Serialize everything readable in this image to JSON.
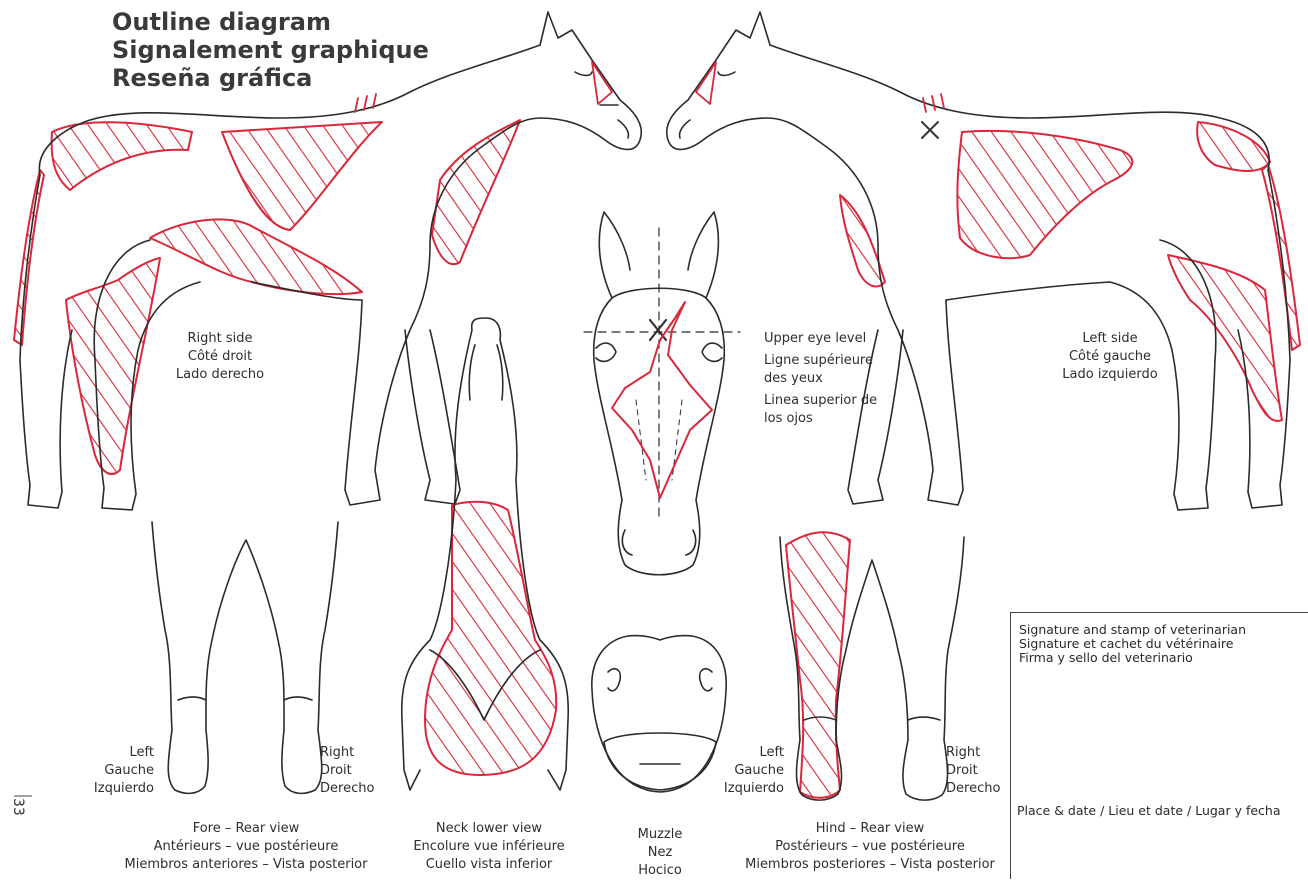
{
  "title": {
    "line1": "Outline diagram",
    "line2": "Signalement graphique",
    "line3": "Reseña gráfica"
  },
  "right_side": {
    "en": "Right side",
    "fr": "Côté droit",
    "es": "Lado derecho"
  },
  "left_side": {
    "en": "Left side",
    "fr": "Côté gauche",
    "es": "Lado izquierdo"
  },
  "eye_level": {
    "en": "Upper eye level",
    "fr1": "Ligne supérieure",
    "fr2": "des yeux",
    "es1": "Linea superior de",
    "es2": "los ojos"
  },
  "fore_left": {
    "en": "Left",
    "fr": "Gauche",
    "es": "Izquierdo"
  },
  "fore_right": {
    "en": "Right",
    "fr": "Droit",
    "es": "Derecho"
  },
  "hind_left": {
    "en": "Left",
    "fr": "Gauche",
    "es": "Izquierdo"
  },
  "hind_right": {
    "en": "Right",
    "fr": "Droit",
    "es": "Derecho"
  },
  "fore_caption": {
    "en": "Fore – Rear view",
    "fr": "Antérieurs – vue postérieure",
    "es": "Miembros anteriores – Vista posterior"
  },
  "neck_caption": {
    "en": "Neck lower view",
    "fr": "Encolure vue inférieure",
    "es": "Cuello vista inferior"
  },
  "muzzle_caption": {
    "en": "Muzzle",
    "fr": "Nez",
    "es": "Hocico"
  },
  "hind_caption": {
    "en": "Hind – Rear view",
    "fr": "Postérieurs – vue postérieure",
    "es": "Miembros posteriores – Vista posterior"
  },
  "signature": {
    "en": "Signature and stamp of veterinarian",
    "fr": "Signature et cachet du vétérinaire",
    "es": "Firma y sello del veterinario",
    "place": "Place & date / Lieu et date / Lugar y fecha"
  },
  "page_number": "33",
  "colors": {
    "outline": "#2b2b2b",
    "marking": "#d8283a"
  }
}
